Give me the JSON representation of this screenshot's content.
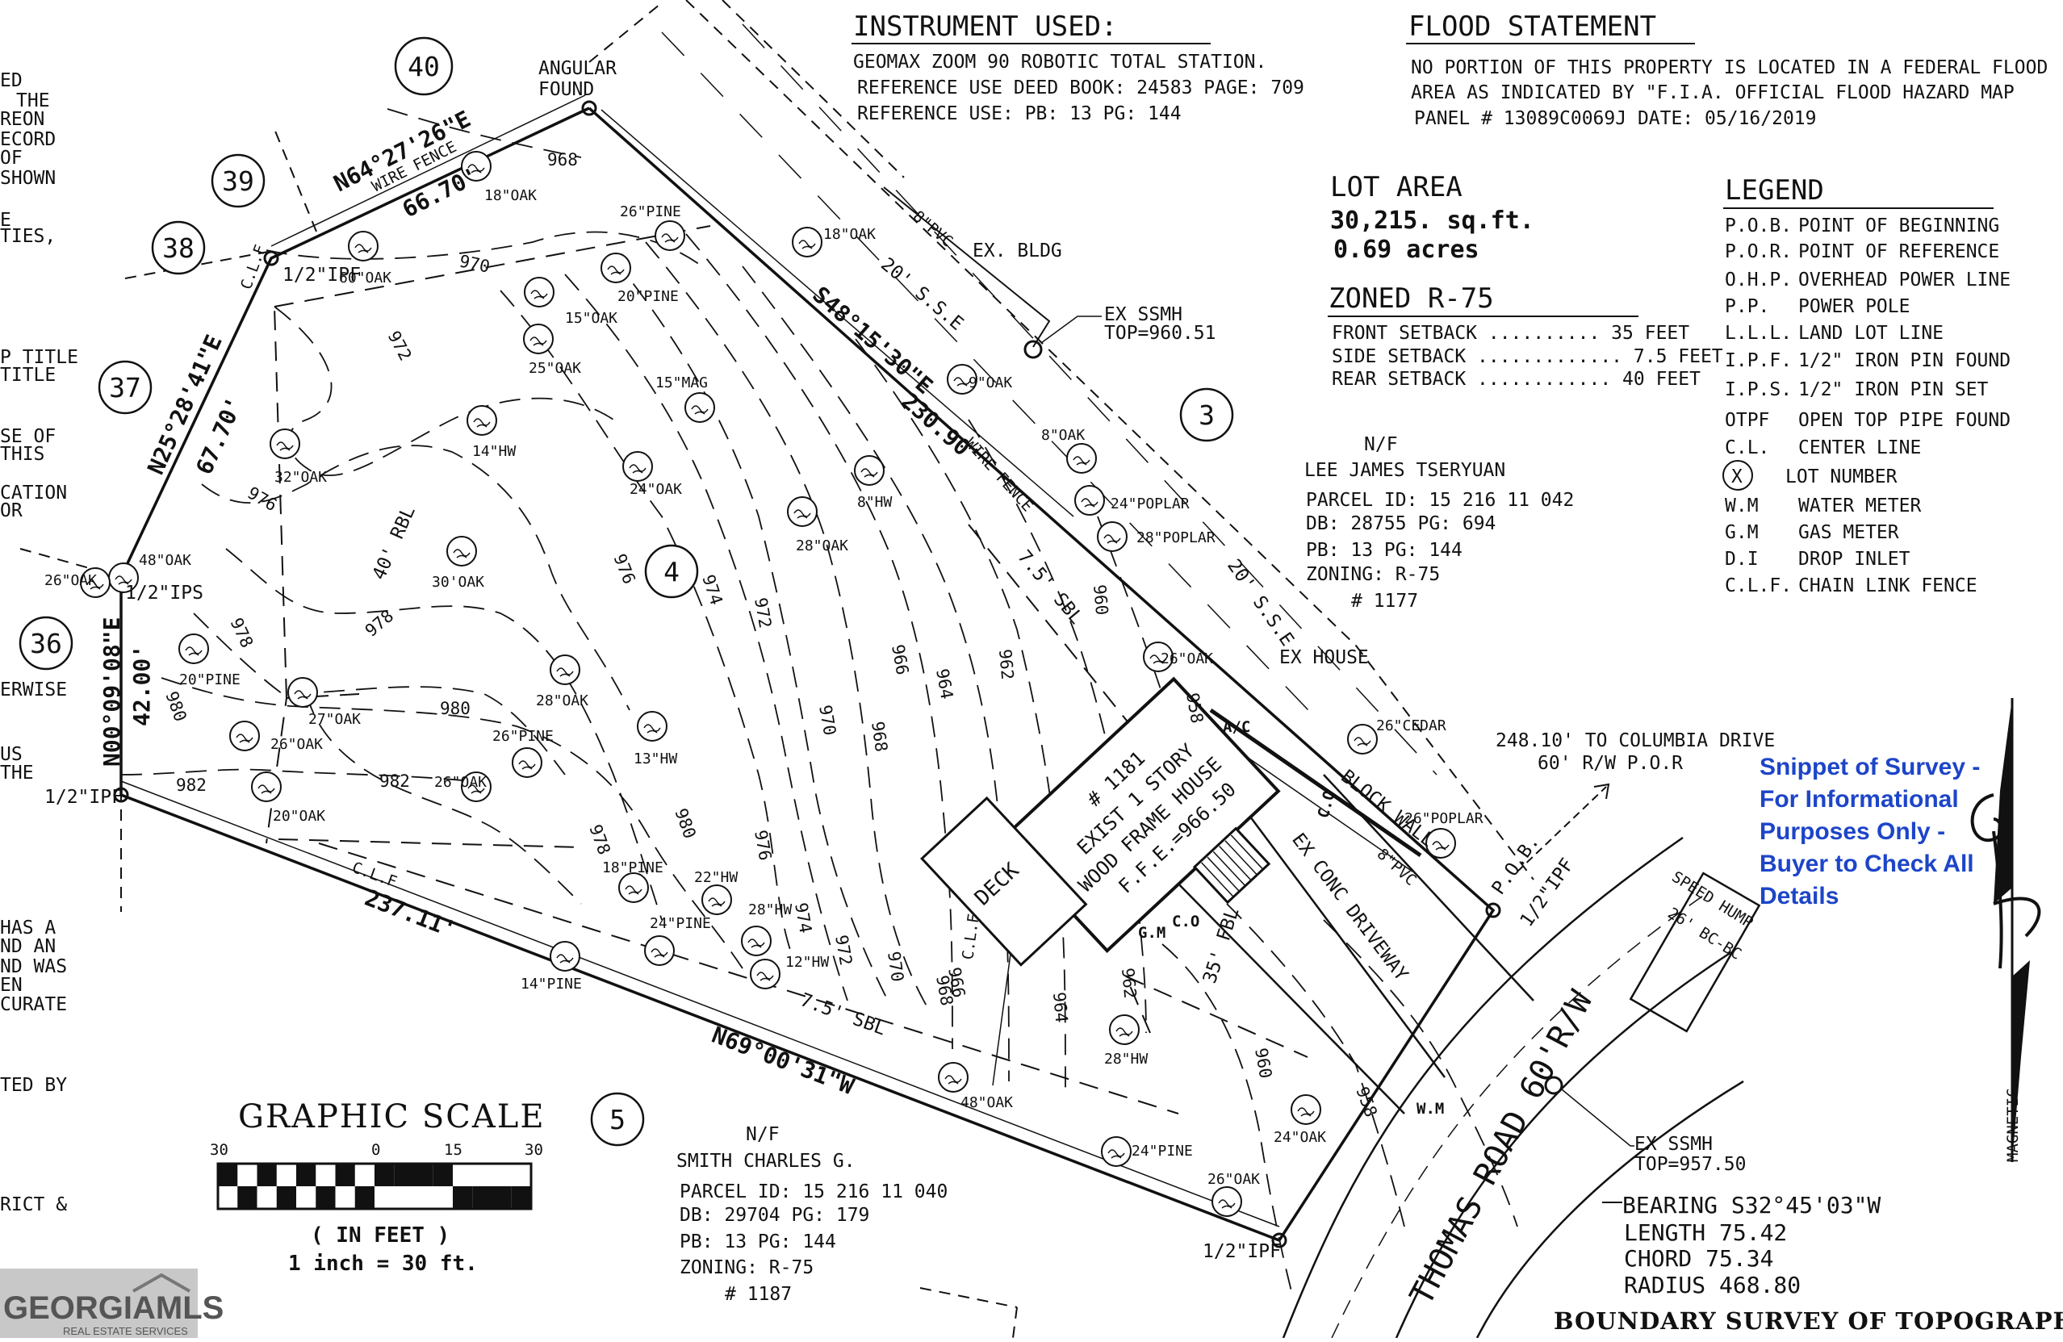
{
  "instrument": {
    "title": "INSTRUMENT USED:",
    "lines": [
      "GEOMAX ZOOM 90 ROBOTIC TOTAL STATION.",
      "REFERENCE USE DEED BOOK: 24583  PAGE: 709",
      "REFERENCE USE: PB: 13 PG: 144"
    ]
  },
  "flood": {
    "title": "FLOOD STATEMENT",
    "lines": [
      "NO PORTION OF THIS PROPERTY IS  LOCATED IN A FEDERAL FLOOD",
      "AREA AS INDICATED BY \"F.I.A. OFFICIAL FLOOD HAZARD MAP",
      "PANEL # 13089C0069J DATE: 05/16/2019"
    ]
  },
  "lot_area": {
    "title": "LOT AREA",
    "sqft": "30,215. sq.ft.",
    "acres": "0.69 acres"
  },
  "zoning": {
    "title": "ZONED R-75",
    "lines": [
      "FRONT SETBACK .......... 35 FEET",
      "SIDE SETBACK ............. 7.5 FEET",
      "REAR SETBACK ............ 40 FEET"
    ]
  },
  "legend": {
    "title": "LEGEND",
    "items": [
      {
        "code": "P.O.B.",
        "desc": "POINT OF BEGINNING"
      },
      {
        "code": "P.O.R.",
        "desc": "POINT OF REFERENCE"
      },
      {
        "code": "O.H.P.",
        "desc": "OVERHEAD POWER LINE"
      },
      {
        "code": "P.P.",
        "desc": "POWER POLE"
      },
      {
        "code": "L.L.L.",
        "desc": "LAND LOT LINE"
      },
      {
        "code": "I.P.F.",
        "desc": "1/2\" IRON PIN FOUND"
      },
      {
        "code": "I.P.S.",
        "desc": "1/2\" IRON PIN SET"
      },
      {
        "code": "OTPF",
        "desc": "OPEN TOP PIPE FOUND"
      },
      {
        "code": "C.L.",
        "desc": "CENTER LINE"
      },
      {
        "code": "X",
        "desc": "LOT NUMBER"
      },
      {
        "code": "W.M",
        "desc": "WATER METER"
      },
      {
        "code": "G.M",
        "desc": "GAS METER"
      },
      {
        "code": "D.I",
        "desc": "DROP INLET"
      },
      {
        "code": "C.L.F.",
        "desc": "CHAIN LINK FENCE"
      }
    ]
  },
  "neighbor_east": {
    "nf": "N/F",
    "owner": "LEE JAMES TSERYUAN",
    "lines": [
      "PARCEL ID: 15 216 11 042",
      "DB: 28755 PG: 694",
      "PB: 13 PG: 144",
      "ZONING: R-75",
      "# 1177"
    ]
  },
  "neighbor_south": {
    "nf": "N/F",
    "owner": "SMITH CHARLES G.",
    "lines": [
      "PARCEL ID: 15 216 11 040",
      "DB: 29704 PG: 179",
      "PB: 13 PG: 144",
      "ZONING: R-75",
      "# 1187"
    ]
  },
  "notice": {
    "lines": [
      "Snippet of Survey -",
      "For Informational",
      "Purposes Only -",
      "Buyer to Check All",
      "Details"
    ],
    "color": "#1d45c8"
  },
  "scale": {
    "title": "GRAPHIC SCALE",
    "ticks": [
      "30",
      "0",
      "15",
      "30"
    ],
    "unit": "( IN FEET )",
    "ratio": "1 inch = 30 ft."
  },
  "curve": {
    "bearing": "BEARING S32°45'03\"W",
    "length": "LENGTH  75.42",
    "chord": "CHORD   75.34",
    "radius": "RADIUS  468.80"
  },
  "footer_title": "BOUNDARY SURVEY OF TOPOGRAPHIC",
  "logo": {
    "text": "GEORGIAMLS",
    "sub": "REAL ESTATE SERVICES"
  },
  "lots": [
    "40",
    "39",
    "38",
    "37",
    "36",
    "3",
    "4",
    "5"
  ],
  "courses": [
    {
      "bearing": "N64°27'26\"E",
      "distance": "66.70'"
    },
    {
      "bearing": "S48°15'30\"E",
      "distance": "230.90'"
    },
    {
      "bearing": "N69°00'31\"W",
      "distance": "237.11'"
    },
    {
      "bearing": "N25°28'41\"E",
      "distance": "67.70'"
    },
    {
      "bearing": "N00°09'08\"E",
      "distance": "42.00'"
    }
  ],
  "house": {
    "number": "# 1181",
    "line1": "EXIST 1 STORY",
    "line2": "WOOD FRAME HOUSE",
    "ffe": "F.F.E.=966.50",
    "deck": "DECK"
  },
  "callouts": {
    "angular_found": [
      "ANGULAR",
      "FOUND"
    ],
    "ipf": "1/2\"IPF",
    "ips": "1/2\"IPS",
    "pob": "P.O.B.",
    "ssmh_top": [
      "EX SSMH",
      "TOP=960.51"
    ],
    "ssmh_bottom": [
      "EX SSMH",
      "TOP=957.50"
    ],
    "columbia": [
      "248.10' TO COLUMBIA DRIVE",
      "60' R/W P.O.R"
    ],
    "road": "THOMAS ROAD 60'R/W",
    "ex_bldg": "EX. BLDG",
    "ex_house": "EX HOUSE",
    "driveway": "EX CONC DRIVEWAY",
    "block_wall": "BLOCK WALL",
    "wire_fence": "WIRE FENCE",
    "clf": "C.L.F",
    "rbl": "40' RBL",
    "sbl": "7.5' SBL",
    "fbl": "35' FBL",
    "sse": "20' S.S.E",
    "pvc": "8\"PVC",
    "speed_hump": "SPEED HUMP",
    "bcbc": "26' BC-BC",
    "ac": "A/C",
    "gm": "G.M",
    "wm": "W.M",
    "co": "C.O",
    "magnetic": "MAGNETIC"
  },
  "trees": [
    {
      "label": "18\"OAK"
    },
    {
      "label": "60\"OAK"
    },
    {
      "label": "26\"PINE"
    },
    {
      "label": "18\"OAK"
    },
    {
      "label": "20\"PINE"
    },
    {
      "label": "15\"OAK"
    },
    {
      "label": "25\"OAK"
    },
    {
      "label": "15\"MAG"
    },
    {
      "label": "9\"OAK"
    },
    {
      "label": "8\"OAK"
    },
    {
      "label": "24\"POPLAR"
    },
    {
      "label": "28\"POPLAR"
    },
    {
      "label": "32\"OAK"
    },
    {
      "label": "14\"HW"
    },
    {
      "label": "24\"OAK"
    },
    {
      "label": "8\"HW"
    },
    {
      "label": "28\"OAK"
    },
    {
      "label": "48\"OAK"
    },
    {
      "label": "26\"OAK"
    },
    {
      "label": "30'OAK"
    },
    {
      "label": "20\"PINE"
    },
    {
      "label": "27\"OAK"
    },
    {
      "label": "26\"OAK"
    },
    {
      "label": "28\"OAK"
    },
    {
      "label": "13\"HW"
    },
    {
      "label": "26\"PINE"
    },
    {
      "label": "26\"OAK"
    },
    {
      "label": "20\"OAK"
    },
    {
      "label": "26\"OAK"
    },
    {
      "label": "26\"CEDAR"
    },
    {
      "label": "26\"POPLAR"
    },
    {
      "label": "18\"PINE"
    },
    {
      "label": "22\"HW"
    },
    {
      "label": "28\"HW"
    },
    {
      "label": "24\"PINE"
    },
    {
      "label": "12\"HW"
    },
    {
      "label": "14\"PINE"
    },
    {
      "label": "48\"OAK"
    },
    {
      "label": "28\"HW"
    },
    {
      "label": "24\"PINE"
    },
    {
      "label": "26\"OAK"
    },
    {
      "label": "24\"OAK"
    }
  ],
  "contours": [
    "968",
    "970",
    "972",
    "976",
    "976",
    "978",
    "978",
    "980",
    "980",
    "982",
    "982",
    "974",
    "972",
    "970",
    "968",
    "966",
    "964",
    "962",
    "960",
    "958",
    "976",
    "974",
    "972",
    "970",
    "968",
    "966",
    "964",
    "962",
    "960",
    "958",
    "978",
    "980"
  ],
  "margin_fragments": [
    "ED",
    "THE",
    "REON",
    "ECORD",
    "OF",
    "SHOWN",
    "E",
    "TIES,",
    "P TITLE",
    "TITLE",
    "SE OF",
    "THIS",
    "CATION",
    "OR",
    "ERWISE",
    "US",
    "THE",
    "HAS A",
    "ND AN",
    "ND WAS",
    "EN",
    "CURATE",
    "TED BY",
    "RICT &"
  ]
}
